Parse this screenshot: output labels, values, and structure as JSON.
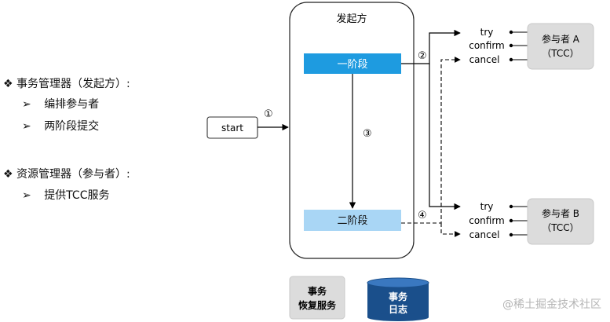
{
  "left_notes": {
    "tm_title": "❖ 事务管理器（发起方）:",
    "tm_items": [
      "编排参与者",
      "两阶段提交"
    ],
    "rm_title": "❖ 资源管理器（参与者）:",
    "rm_items": [
      "提供TCC服务"
    ],
    "arrow_glyph": "➢"
  },
  "diagram": {
    "initiator_title": "发起方",
    "phase1": "一阶段",
    "phase2": "二阶段",
    "start": "start",
    "steps": [
      "①",
      "②",
      "③",
      "④"
    ],
    "ops": [
      "try",
      "confirm",
      "cancel"
    ],
    "participant_a_line1": "参与者 A",
    "participant_a_line2": "（TCC）",
    "participant_b_line1": "参与者 B",
    "participant_b_line2": "（TCC）",
    "recovery_line1": "事务",
    "recovery_line2": "恢复服务",
    "log_line1": "事务",
    "log_line2": "日志"
  },
  "watermark": "@稀土掘金技术社区",
  "colors": {
    "phase1_fill": "#1e9be0",
    "phase2_fill": "#a9d6f5",
    "participant_fill": "#dcdcdc",
    "log_fill": "#1a4f8b"
  }
}
